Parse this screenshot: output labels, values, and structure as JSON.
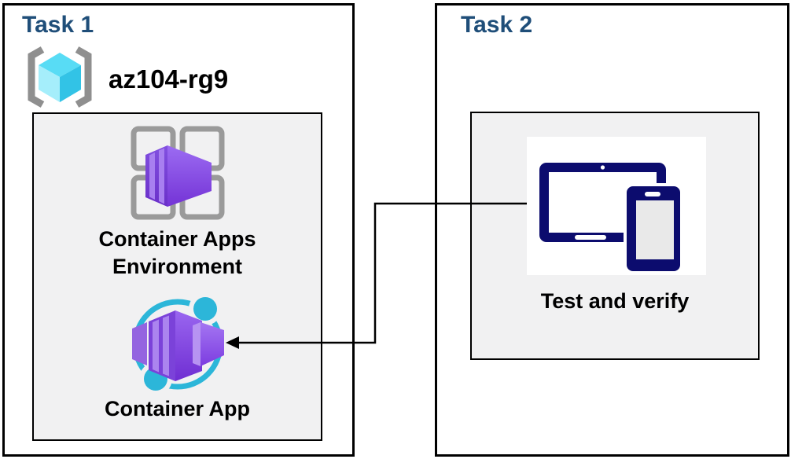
{
  "task1": {
    "title": "Task 1",
    "resource_group": {
      "name": "az104-rg9",
      "icon": "resource-group-icon"
    },
    "environment": {
      "label_lines": [
        "Container Apps",
        "Environment"
      ],
      "icon": "container-apps-environment-icon"
    },
    "container_app": {
      "label": "Container App",
      "icon": "container-app-icon"
    }
  },
  "task2": {
    "title": "Task 2",
    "test_and_verify": {
      "label": "Test and verify",
      "icon": "tablet-and-phone-icon"
    }
  },
  "connector": {
    "description": "elbow arrow from Test and verify icon to Container App icon",
    "arrow_direction": "left"
  },
  "colors": {
    "title": "#1f4e79",
    "border": "#000000",
    "inner_panel_fill": "#f1f1f2",
    "icon_gray": "#9a9a9a",
    "azure_purple": "#8b54e6",
    "azure_cyan": "#2cb6d9",
    "rg_cube_cyan": "#58dcf5",
    "device_navy": "#0c0c6e",
    "label_text": "#000000"
  }
}
